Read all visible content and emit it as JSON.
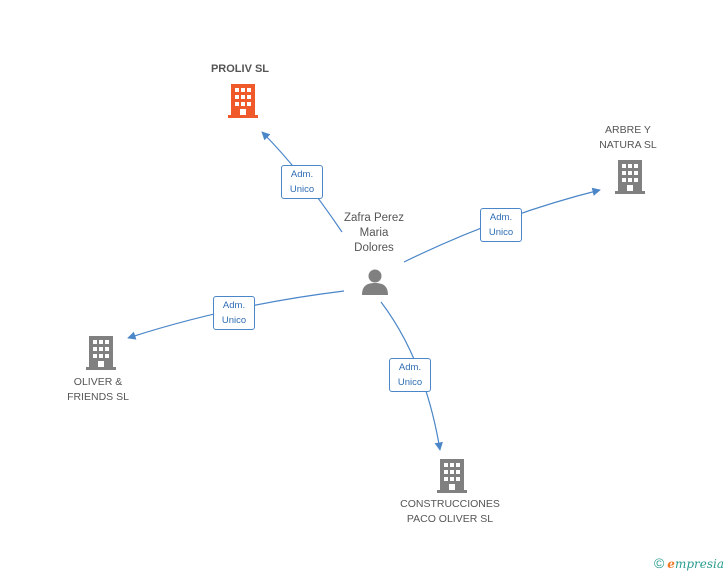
{
  "center": {
    "name_lines": [
      "Zafra Perez",
      "Maria",
      "Dolores"
    ]
  },
  "companies": [
    {
      "id": "proliv",
      "name_lines": [
        "PROLIV SL"
      ],
      "highlight": true
    },
    {
      "id": "arbre",
      "name_lines": [
        "ARBRE Y",
        "NATURA SL"
      ],
      "highlight": false
    },
    {
      "id": "oliver",
      "name_lines": [
        "OLIVER &",
        "FRIENDS SL"
      ],
      "highlight": false
    },
    {
      "id": "construcciones",
      "name_lines": [
        "CONSTRUCCIONES",
        "PACO OLIVER SL"
      ],
      "highlight": false
    }
  ],
  "edge_label": {
    "line1": "Adm.",
    "line2": "Unico"
  },
  "colors": {
    "edge": "#4a86c8",
    "building": "#808080",
    "building_highlight": "#f05a2a",
    "person": "#808080"
  },
  "footer": {
    "copyright": "©",
    "brand_initial": "e",
    "brand_rest": "mpresia"
  }
}
